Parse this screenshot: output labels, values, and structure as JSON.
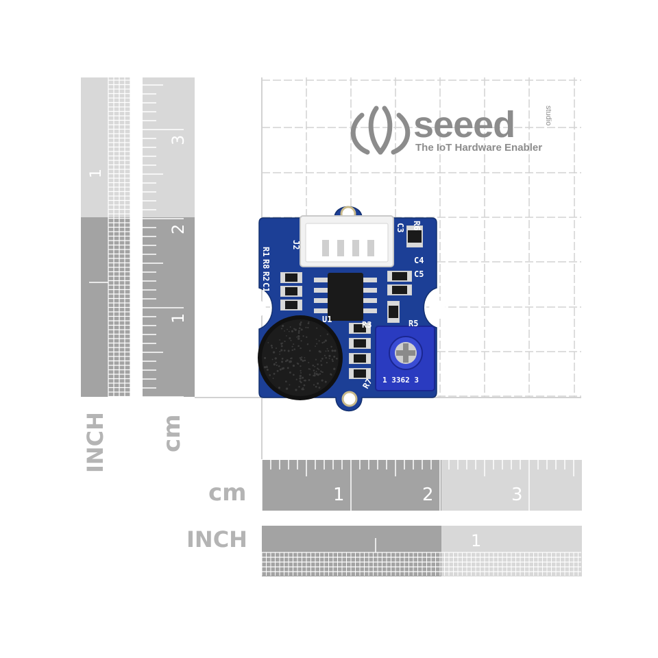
{
  "brand": {
    "name": "seeed",
    "superscript": "studio",
    "tagline": "The IoT Hardware Enabler"
  },
  "scales": {
    "vertical_inch": {
      "label": "INCH",
      "numbers": [
        "1"
      ]
    },
    "vertical_cm": {
      "label": "cm",
      "numbers": [
        "1",
        "2",
        "3"
      ]
    },
    "horizontal_cm": {
      "label": "cm",
      "numbers": [
        "1",
        "2",
        "3"
      ]
    },
    "horizontal_inch": {
      "label": "INCH",
      "numbers": [
        "1"
      ]
    }
  },
  "board": {
    "silkscreen": [
      "J2",
      "C3",
      "R6",
      "R1",
      "R8",
      "R2",
      "C1",
      "C4",
      "C5",
      "R5",
      "R3",
      "R7",
      "U1"
    ],
    "potentiometer_marking": "1  3362  3"
  },
  "colors": {
    "pcb": "#1c3f96",
    "grid": "#cfcfcf",
    "ruler_dark": "#a3a3a3",
    "ruler_light": "#d8d8d8",
    "pot_blue": "#2a3bc0",
    "mic": "#111111"
  }
}
